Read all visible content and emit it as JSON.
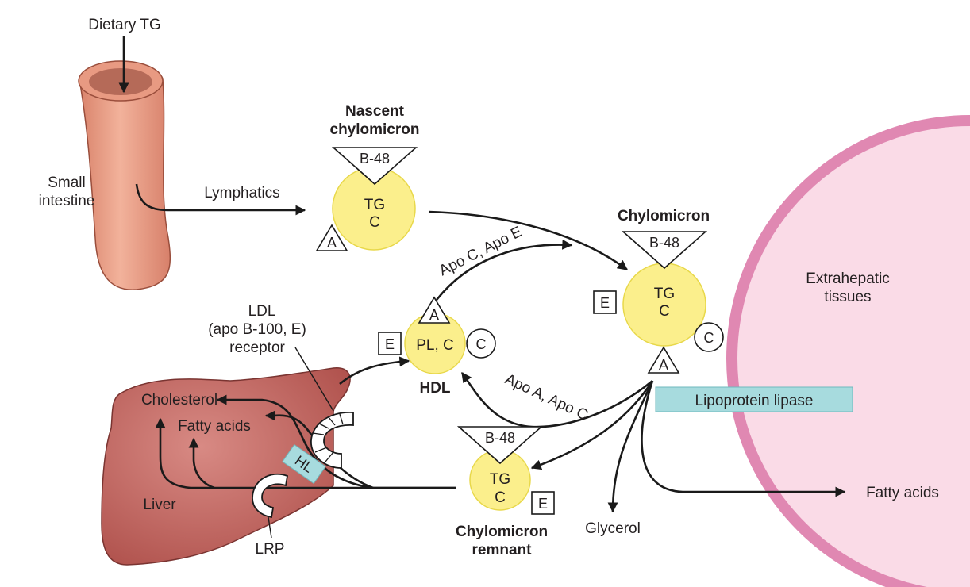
{
  "labels": {
    "dietary_tg": "Dietary TG",
    "small_intestine": [
      "Small",
      "intestine"
    ],
    "lymphatics": "Lymphatics",
    "nascent_chylomicron": [
      "Nascent",
      "chylomicron"
    ],
    "chylomicron": "Chylomicron",
    "extrahepatic_tissues": [
      "Extrahepatic",
      "tissues"
    ],
    "hdl": "HDL",
    "apo_ce": "Apo C, Apo E",
    "apo_ac": "Apo A, Apo C",
    "ldl_receptor": [
      "LDL",
      "(apo B-100, E)",
      "receptor"
    ],
    "cholesterol": "Cholesterol",
    "fatty_acids_liver": "Fatty acids",
    "hl": "HL",
    "liver": "Liver",
    "lrp": "LRP",
    "lipoprotein_lipase": "Lipoprotein lipase",
    "glycerol": "Glycerol",
    "fatty_acids_out": "Fatty acids",
    "chylomicron_remnant": [
      "Chylomicron",
      "remnant"
    ]
  },
  "particles": {
    "nascent": {
      "apo_b": "B-48",
      "core": [
        "TG",
        "C"
      ],
      "apo_a": "A"
    },
    "chylomicron": {
      "apo_b": "B-48",
      "core": [
        "TG",
        "C"
      ],
      "apo_e": "E",
      "apo_c": "C",
      "apo_a": "A"
    },
    "hdl": {
      "apo_a": "A",
      "core": "PL, C",
      "apo_e": "E",
      "apo_c": "C"
    },
    "remnant": {
      "apo_b": "B-48",
      "core": [
        "TG",
        "C"
      ],
      "apo_e": "E"
    }
  },
  "colors": {
    "particle_fill": "#fbef8c",
    "particle_stroke": "#e8d84a",
    "intestine": "#e99e85",
    "liver": "#c46a64",
    "tissue_fill": "#fadbe7",
    "tissue_stroke": "#e088b2",
    "enzyme": "#a7dbde"
  }
}
